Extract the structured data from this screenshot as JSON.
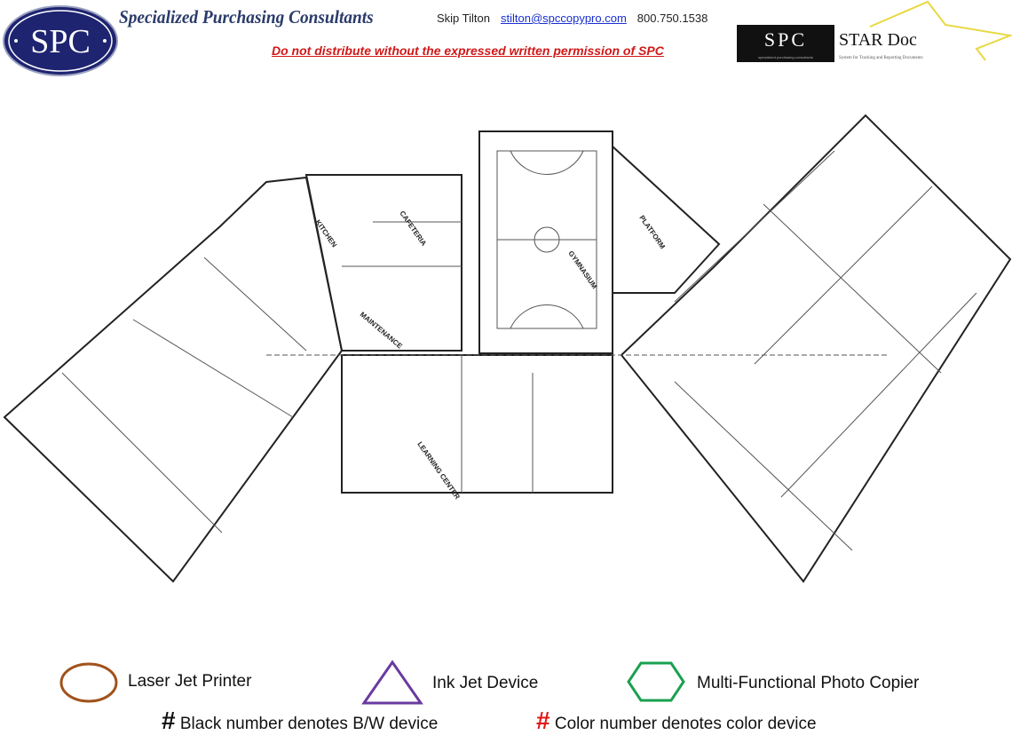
{
  "header": {
    "logo_text": "SPC",
    "company": "Specialized Purchasing Consultants",
    "contact_name": "Skip Tilton",
    "contact_email": "stilton@spccopypro.com",
    "contact_phone": "800.750.1538",
    "warning": "Do not distribute without the expressed written permission of SPC",
    "star_logo": {
      "spc": "SPC",
      "title": "STAR Doc",
      "tagline": "specialized purchasing consultants",
      "subtitle": "System for Tracking and Reporting Documents"
    }
  },
  "floor_plan": {
    "rooms": [
      "GYMNASIUM",
      "PLATFORM",
      "CAFETERIA",
      "KITCHEN",
      "LEARNING CENTER",
      "MAINTENANCE"
    ]
  },
  "legend": {
    "laser": "Laser Jet Printer",
    "inkjet": "Ink Jet Device",
    "mfp": "Multi-Functional Photo Copier",
    "hash": "#",
    "bw": "Black number denotes B/W device",
    "color": "Color number denotes color device",
    "colors": {
      "laser": "#a0521c",
      "inkjet": "#6a3aa0",
      "mfp": "#1aa050",
      "color_hash": "#e01818"
    }
  }
}
